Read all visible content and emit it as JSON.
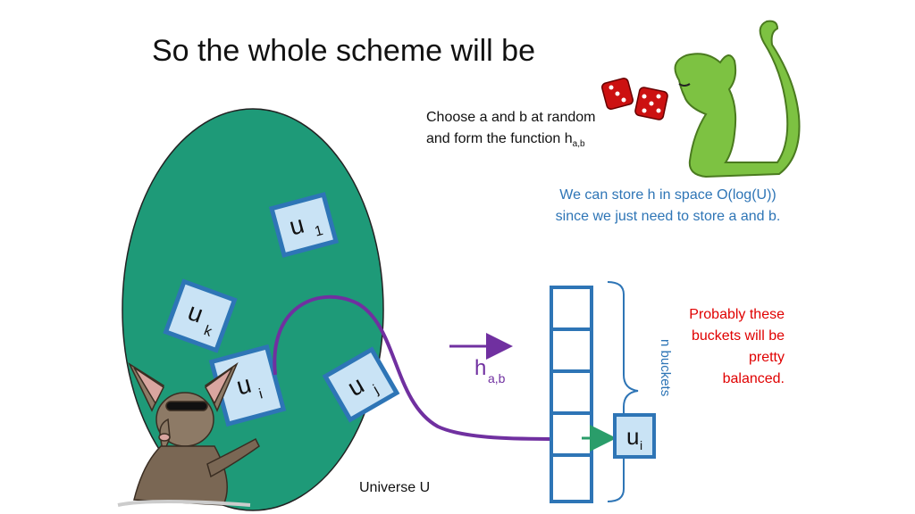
{
  "slide": {
    "title": "So the whole scheme will be",
    "choose_line1": "Choose a and b at random",
    "choose_line2_prefix": "and form the function h",
    "choose_line2_sub": "a,b",
    "store_text": "We can store h in space O(log(U)) since we just need to store a and b.",
    "probably_text": "Probably these buckets will be pretty balanced.",
    "universe_label": "Universe U",
    "hash_label": "h",
    "hash_sub": "a,b",
    "buckets_label": "n buckets"
  },
  "elements": [
    {
      "label": "u",
      "sub": "1"
    },
    {
      "label": "u",
      "sub": "k"
    },
    {
      "label": "u",
      "sub": "i"
    },
    {
      "label": "u",
      "sub": "j"
    }
  ],
  "bucket_item": {
    "label": "u",
    "sub": "i"
  },
  "colors": {
    "universe": "#1e9a78",
    "box_border": "#2e75b6",
    "box_fill": "#c9e3f5",
    "arrow_purple": "#7030a0",
    "arrow_green": "#2a9d6a",
    "info_blue": "#2e75b6",
    "red": "#e00000",
    "cat": "#7dc242",
    "dice": "#cc1111"
  },
  "icons": [
    "dice-icon",
    "cat-icon",
    "aardvark-icon"
  ]
}
